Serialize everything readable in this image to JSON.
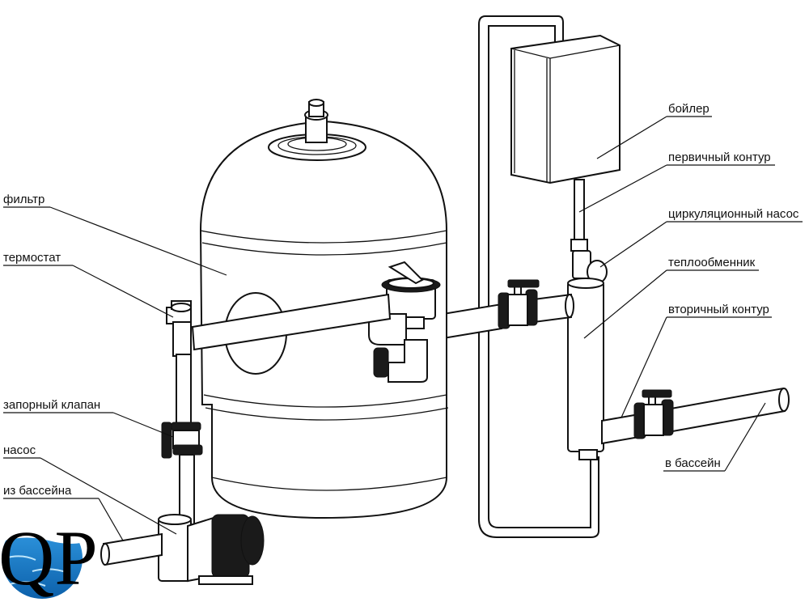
{
  "labels": {
    "filter": "фильтр",
    "thermostat": "термостат",
    "shutoff_valve": "запорный клапан",
    "pump": "насос",
    "from_pool": "из бассейна",
    "boiler": "бойлер",
    "primary_circuit": "первичный контур",
    "circulation_pump": "циркуляционный насос",
    "heat_exchanger": "теплообменник",
    "secondary_circuit": "вторичный контур",
    "to_pool": "в бассейн"
  },
  "logo": {
    "text": "QP",
    "water_color": "#2a8fd8",
    "water_dark": "#0b5ea8"
  }
}
